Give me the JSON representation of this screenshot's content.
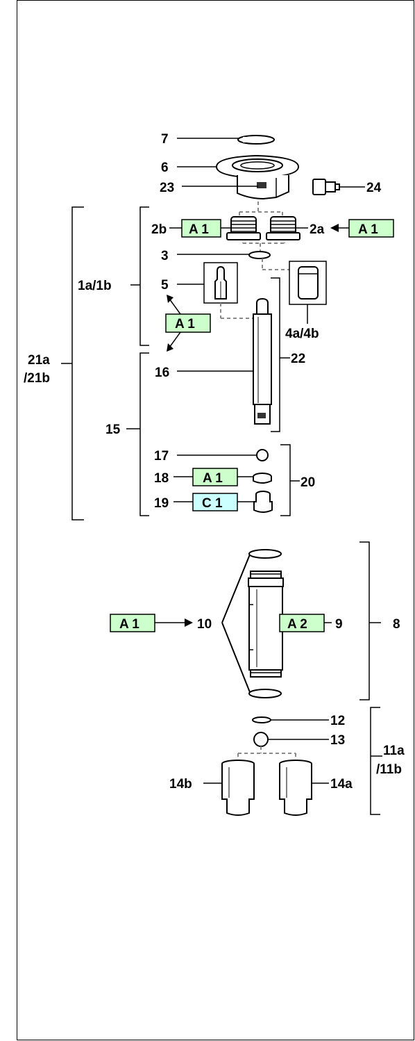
{
  "colors": {
    "tag_green": "#ccffcc",
    "tag_blue": "#ccffff",
    "line": "#000000",
    "dash": "#888888"
  },
  "labels": {
    "p7": "7",
    "p6": "6",
    "p23": "23",
    "p24": "24",
    "p2b": "2b",
    "p2a": "2a",
    "p3": "3",
    "p5": "5",
    "p1a1b": "1a/1b",
    "p4a4b": "4a/4b",
    "p21a": "21a",
    "p21b": "/21b",
    "p16": "16",
    "p22": "22",
    "p15": "15",
    "p17": "17",
    "p18": "18",
    "p19": "19",
    "p20": "20",
    "p10": "10",
    "p9": "9",
    "p8": "8",
    "p12": "12",
    "p13": "13",
    "p11a": "11a",
    "p11b": "/11b",
    "p14b": "14b",
    "p14a": "14a"
  },
  "tags": {
    "t2b": "A 1",
    "t2a": "A 1",
    "t5_16": "A 1",
    "t18": "A 1",
    "t19": "C 1",
    "t10": "A 1",
    "t9": "A 2"
  },
  "icons": [
    "retaining-ring-icon",
    "pump-head-flange-icon",
    "fitting-icon",
    "check-valve-icon",
    "o-ring-icon",
    "pin-icon",
    "plug-icon",
    "piston-rod-icon",
    "ball-icon",
    "seal-icon",
    "valve-seat-icon",
    "cylinder-icon",
    "cup-icon"
  ]
}
